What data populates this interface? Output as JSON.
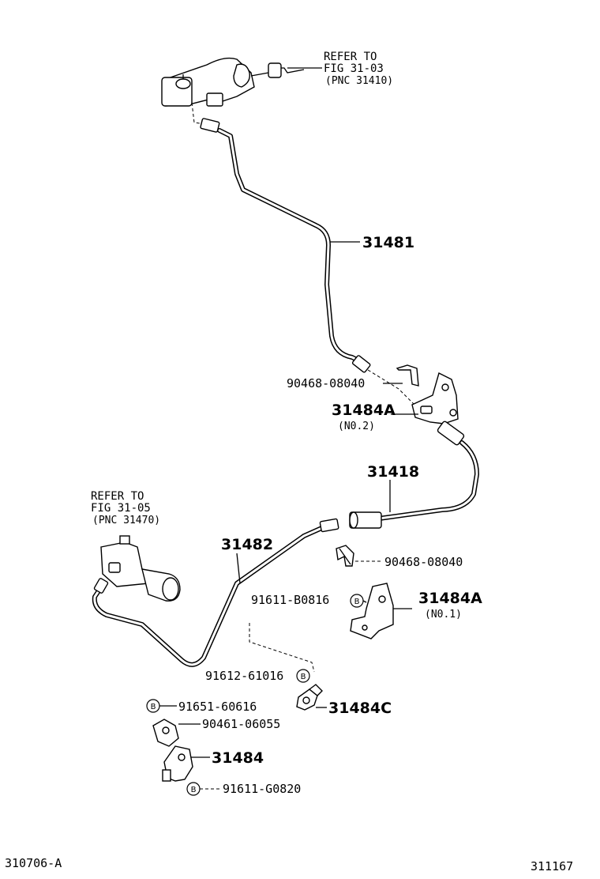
{
  "references": {
    "top": {
      "line1": "REFER TO",
      "line2": "FIG 31-03",
      "line3": "(PNC 31410)"
    },
    "left": {
      "line1": "REFER TO",
      "line2": "FIG 31-05",
      "line3": "(PNC 31470)"
    }
  },
  "parts": {
    "p31481": "31481",
    "p90468_top": "90468-08040",
    "p31484A_no2": "31484A",
    "p31484A_no2_sub": "(N0.2)",
    "p31418": "31418",
    "p31482": "31482",
    "p90468_mid": "90468-08040",
    "p91611_b0816": "91611-B0816",
    "p31484A_no1": "31484A",
    "p31484A_no1_sub": "(N0.1)",
    "p91612_61016": "91612-61016",
    "p91651_60616": "91651-60616",
    "p31484C": "31484C",
    "p90461_06055": "90461-06055",
    "p31484": "31484",
    "p91611_g0820": "91611-G0820"
  },
  "badge_letter": "B",
  "footer": {
    "left": "310706-A",
    "right": "311167"
  }
}
